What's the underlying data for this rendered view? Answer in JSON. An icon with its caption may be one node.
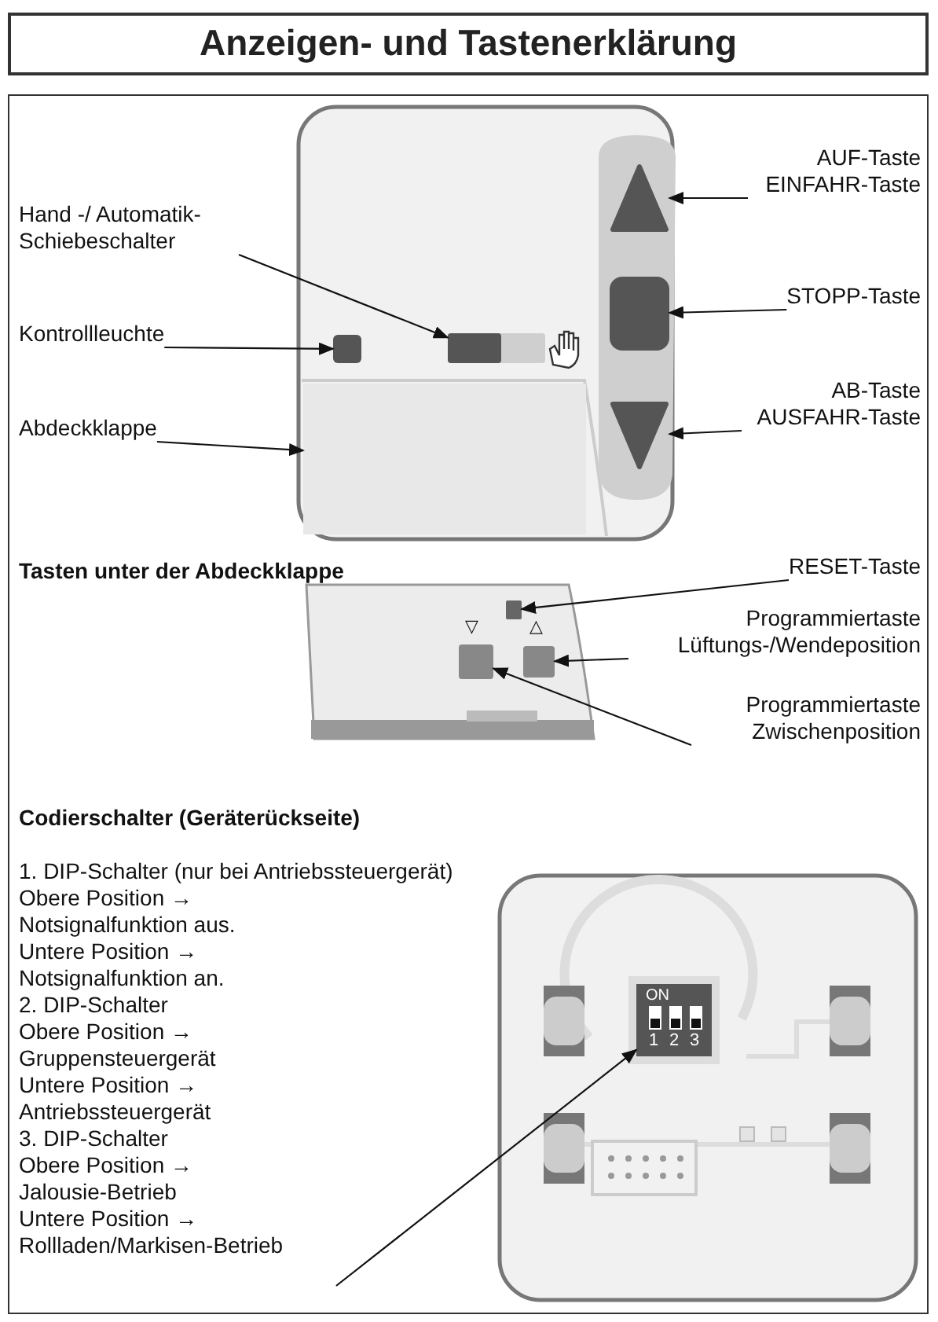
{
  "diagram": {
    "title": "Anzeigen- und Tastenerklärung",
    "nodes": [
      {
        "text": [
          "Hand -/ Automatik-Schiebeschalter"
        ]
      },
      {
        "text": [],
        "shape": "box"
      },
      {
        "text": [
          "Kontrollleuchte"
        ]
      },
      {
        "text": [],
        "shape": "box"
      },
      {
        "text": [
          "Abdeckklappe"
        ]
      },
      {
        "text": [],
        "shape": "box"
      },
      {
        "text": [
          "AUF-Taste EINFAHR-Taste"
        ]
      },
      {
        "text": [],
        "shape": "triangle"
      },
      {
        "text": [
          "STOPP-Taste"
        ]
      },
      {
        "text": [],
        "shape": "box"
      },
      {
        "text": [
          "AB-Taste AUSFAHR-Taste"
        ]
      },
      {
        "text": [],
        "shape": "triangle"
      },
      {
        "text": [
          "RESET-Taste"
        ]
      },
      {
        "text": [],
        "shape": "box"
      },
      {
        "text": [
          "Programmiertaste Lüftungs-/Wendeposition"
        ]
      },
      {
        "text": [],
        "shape": "box"
      },
      {
        "text": [
          "Programmiertaste Zwischenposition"
        ]
      },
      {
        "text": [],
        "shape": "box"
      },
      {
        "text": [
          "1. DIP-Schalter (nur bei Antriebssteuergerät)",
          "Obere Position → Notsignalfunktion aus.",
          "Untere Position → Notsignalfunktion an.",
          "2. DIP-Schalter",
          "Obere Position → Gruppensteuergerät",
          "Untere Position → Antriebssteuergerät",
          "3. DIP-Schalter",
          "Obere Position → Jalousie-Betrieb",
          "Untere Position → Rollladen/Markisen-Betrieb"
        ]
      },
      {
        "text": [],
        "shape": "box"
      }
    ],
    "edges": [
      {
        "from": 0,
        "to": 1,
        "arrow": "to"
      },
      {
        "from": 2,
        "to": 3,
        "arrow": "to"
      },
      {
        "from": 4,
        "to": 5,
        "arrow": "to"
      },
      {
        "from": 6,
        "to": 7,
        "arrow": "to"
      },
      {
        "from": 8,
        "to": 9,
        "arrow": "to"
      },
      {
        "from": 10,
        "to": 11,
        "arrow": "to"
      },
      {
        "from": 12,
        "to": 13,
        "arrow": "to"
      },
      {
        "from": 14,
        "to": 15,
        "arrow": "to"
      },
      {
        "from": 16,
        "to": 17,
        "arrow": "to"
      },
      {
        "from": 18,
        "to": 19,
        "arrow": "to"
      }
    ],
    "labels": [
      "Tasten unter der Abdeckklappe",
      "▽",
      "△",
      "Codierschalter (Geräterückseite)",
      "ON",
      "1",
      "2",
      "3"
    ]
  }
}
